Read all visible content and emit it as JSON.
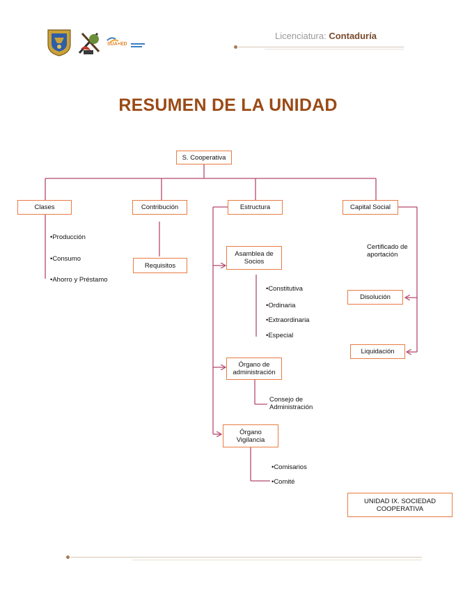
{
  "header": {
    "program_label": "Licenciatura:",
    "program_value": "Contaduría",
    "logo_text": "SUA+ED"
  },
  "title": "RESUMEN DE LA UNIDAD",
  "diagram": {
    "root": "S. Cooperativa",
    "clases": "Clases",
    "clases_items": [
      "•Producción",
      "•Consumo",
      "•Ahorro y Préstamo"
    ],
    "contribucion": "Contribución",
    "requisitos": "Requisitos",
    "estructura": "Estructura",
    "asamblea": "Asamblea de Socios",
    "asamblea_items": [
      "•Constitutiva",
      "•Ordinaria",
      "•Extraordinaria",
      "•Especial"
    ],
    "organo_admin": "Órgano de administración",
    "consejo": "Consejo de Administración",
    "organo_vigilancia": "Órgano Vigilancia",
    "vigilancia_items": [
      "•Comisarios",
      "•Comité"
    ],
    "capital": "Capital Social",
    "certificado": "Certificado de aportación",
    "disolucion": "Disolución",
    "liquidacion": "Liquidación",
    "unidad": "UNIDAD IX. SOCIEDAD COOPERATIVA"
  },
  "colors": {
    "accent": "#e87b42",
    "connector": "#b5476e",
    "title": "#9a4a16"
  }
}
